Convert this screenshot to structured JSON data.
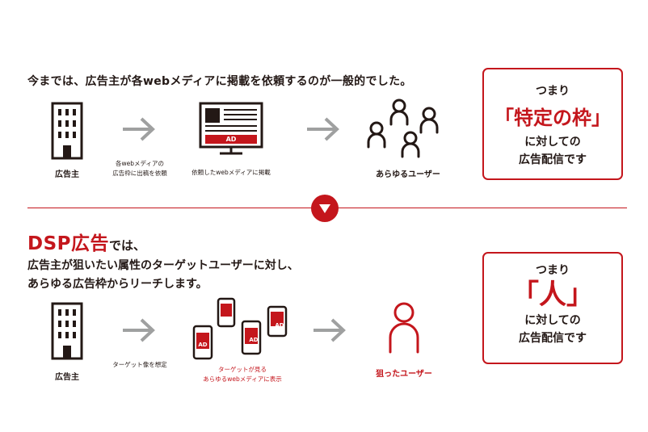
{
  "top_section": {
    "intro": "今までは、広告主が各webメディアに掲載を依頼するのが一般的でした。",
    "advertiser_label": "広告主",
    "arrow1_note_line1": "各webメディアの",
    "arrow1_note_line2": "広告枠に出稿を依頼",
    "monitor_label": "依頼したwebメディアに掲載",
    "monitor_ad": "AD",
    "users_label": "あらゆるユーザー",
    "summary": {
      "prefix": "つまり",
      "emphasis": "「特定の枠」",
      "line1": "に対しての",
      "line2": "広告配信です"
    }
  },
  "bottom_section": {
    "title": "DSP広告",
    "title_suffix": "では、",
    "desc_line1": "広告主が狙いたい属性のターゲットユーザーに対し、",
    "desc_line2": "あらゆる広告枠からリーチします。",
    "advertiser_label": "広告主",
    "arrow1_note": "ターゲット像を想定",
    "phones_ad": "AD",
    "phones_note_line1": "ターゲットが見る",
    "phones_note_line2": "あらゆるwebメディアに表示",
    "target_label": "狙ったユーザー",
    "summary": {
      "prefix": "つまり",
      "emphasis": "「人」",
      "line1": "に対しての",
      "line2": "広告配信です"
    }
  },
  "colors": {
    "accent": "#c4161c",
    "text": "#231815",
    "arrow": "#9fa0a0"
  },
  "icons": [
    "building-icon",
    "arrow-right-icon",
    "monitor-icon",
    "people-icon",
    "smartphone-icon",
    "person-icon",
    "triangle-down-icon"
  ]
}
